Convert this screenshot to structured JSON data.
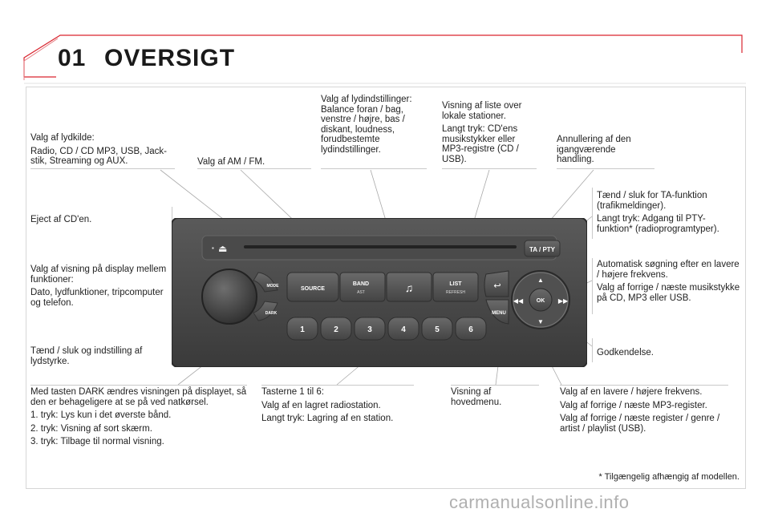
{
  "header": {
    "number": "01",
    "title": "OVERSIGT",
    "accent": "#d9252f"
  },
  "labels": {
    "source_title": "Valg af lydkilde:",
    "source_body": "Radio, CD / CD MP3, USB, Jack-stik, Streaming og AUX.",
    "amfm": "Valg af AM / FM.",
    "sound": "Valg af lydindstillinger: Balance foran / bag, venstre / højre, bas / diskant, loudness, forudbestemte lydindstillinger.",
    "list_title": "Visning af liste over lokale stationer.",
    "list_body": "Langt tryk: CD'ens musikstykker eller MP3-registre (CD / USB).",
    "cancel": "Annullering af den igangværende handling.",
    "ta_title": "Tænd / sluk for TA-funktion (trafikmeldinger).",
    "ta_body": "Langt tryk: Adgang til PTY-funktion* (radioprogramtyper).",
    "eject": "Eject af CD'en.",
    "mode_title": "Valg af visning på display mellem funktioner:",
    "mode_body": "Dato, lydfunktioner, tripcomputer og telefon.",
    "search_title": "Automatisk søgning efter en lavere / højere frekvens.",
    "search_body": "Valg af forrige / næste musikstykke på CD, MP3 eller USB.",
    "volume": "Tænd / sluk og indstilling af lydstyrke.",
    "ok": "Godkendelse.",
    "dark_title": "Med tasten DARK ændres visningen på displayet, så den er behageligere at se på ved natkørsel.",
    "dark_1": "1. tryk: Lys kun i det øverste bånd.",
    "dark_2": "2. tryk: Visning af sort skærm.",
    "dark_3": "3. tryk: Tilbage til normal visning.",
    "presets_title": "Tasterne 1 til 6:",
    "presets_1": "Valg af en lagret radiostation.",
    "presets_2": "Langt tryk: Lagring af en station.",
    "menu": "Visning af hovedmenu.",
    "freq_1": "Valg af en lavere / højere frekvens.",
    "freq_2": "Valg af forrige / næste MP3-register.",
    "freq_3": "Valg af forrige / næste register / genre / artist / playlist (USB)."
  },
  "radio": {
    "source": "SOURCE",
    "band": "BAND",
    "band_sub": "AST",
    "list": "LIST",
    "list_sub": "REFRESH",
    "mode": "MODE",
    "dark": "DARK",
    "menu": "MENU",
    "ta": "TA / PTY",
    "ok": "OK",
    "presets": [
      "1",
      "2",
      "3",
      "4",
      "5",
      "6"
    ]
  },
  "footnote": "* Tilgængelig afhængig af modellen.",
  "watermark": "carmanualsonline.info"
}
